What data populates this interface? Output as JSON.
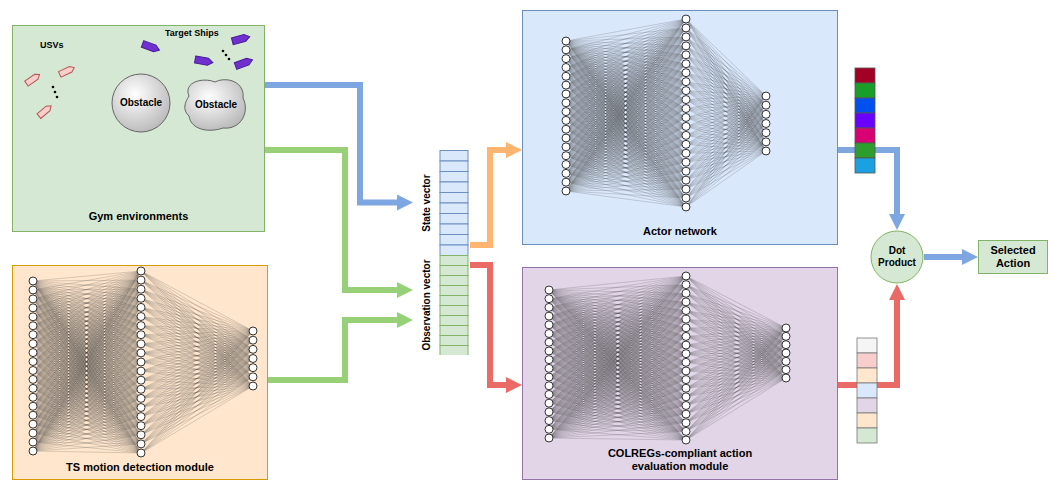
{
  "diagram": {
    "nodes": [
      {
        "text": [
          "Gym environments"
        ]
      },
      {
        "text": [
          "Obstacle"
        ],
        "in": 0
      },
      {
        "text": [
          "Obstacle"
        ],
        "in": 0
      },
      {
        "text": [
          "TS motion detection module"
        ]
      },
      {
        "text": [
          "State vector"
        ]
      },
      {
        "text": [
          "Observation vector"
        ]
      },
      {
        "text": [
          "Actor network"
        ]
      },
      {
        "text": [
          "COLREGs-compliant action evaluation module"
        ]
      },
      {
        "text": [
          "Dot Product"
        ]
      },
      {
        "text": [
          "Selected Action"
        ]
      }
    ],
    "edges": [
      {
        "from": 0,
        "to": 4,
        "arrow": "to"
      },
      {
        "from": 0,
        "to": 5,
        "arrow": "to"
      },
      {
        "from": 3,
        "to": 5,
        "arrow": "to"
      },
      {
        "from": 4,
        "to": 6,
        "arrow": "to"
      },
      {
        "from": 5,
        "to": 7,
        "arrow": "to"
      },
      {
        "from": 6,
        "to": 8,
        "arrow": "to"
      },
      {
        "from": 7,
        "to": 8,
        "arrow": "to"
      },
      {
        "from": 8,
        "to": 9,
        "arrow": "to"
      }
    ],
    "labels": [
      "USVs",
      "Target Ships"
    ]
  }
}
